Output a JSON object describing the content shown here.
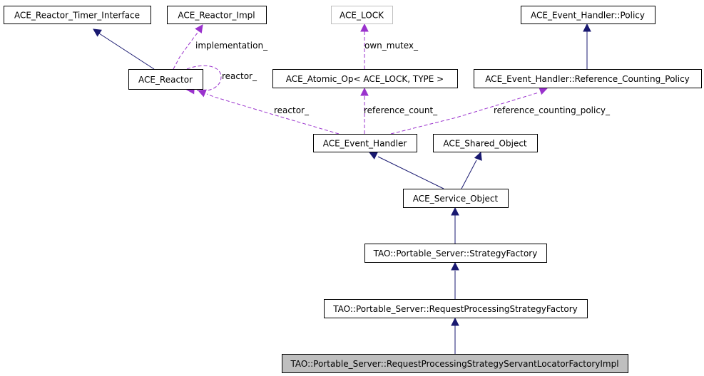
{
  "diagram": {
    "type": "class-collaboration-graph",
    "nodes": [
      {
        "id": "timer_interface",
        "label": "ACE_Reactor_Timer_Interface",
        "style": "normal"
      },
      {
        "id": "reactor_impl",
        "label": "ACE_Reactor_Impl",
        "style": "normal"
      },
      {
        "id": "ace_lock",
        "label": "ACE_LOCK",
        "style": "external"
      },
      {
        "id": "eh_policy",
        "label": "ACE_Event_Handler::Policy",
        "style": "normal"
      },
      {
        "id": "reactor",
        "label": "ACE_Reactor",
        "style": "normal"
      },
      {
        "id": "atomic_op",
        "label": "ACE_Atomic_Op< ACE_LOCK, TYPE >",
        "style": "normal"
      },
      {
        "id": "ref_counting_policy",
        "label": "ACE_Event_Handler::Reference_Counting_Policy",
        "style": "normal"
      },
      {
        "id": "event_handler",
        "label": "ACE_Event_Handler",
        "style": "normal"
      },
      {
        "id": "shared_object",
        "label": "ACE_Shared_Object",
        "style": "normal"
      },
      {
        "id": "service_object",
        "label": "ACE_Service_Object",
        "style": "normal"
      },
      {
        "id": "strategy_factory",
        "label": "TAO::Portable_Server::StrategyFactory",
        "style": "normal"
      },
      {
        "id": "rp_strategy_factory",
        "label": "TAO::Portable_Server::RequestProcessingStrategyFactory",
        "style": "normal"
      },
      {
        "id": "rp_sl_factory_impl",
        "label": "TAO::Portable_Server::RequestProcessingStrategyServantLocatorFactoryImpl",
        "style": "current"
      }
    ],
    "edges": [
      {
        "from": "reactor",
        "to": "timer_interface",
        "kind": "inheritance",
        "label": ""
      },
      {
        "from": "reactor",
        "to": "reactor_impl",
        "kind": "member",
        "label": "implementation_"
      },
      {
        "from": "reactor",
        "to": "reactor",
        "kind": "member",
        "label": "reactor_"
      },
      {
        "from": "atomic_op",
        "to": "ace_lock",
        "kind": "member",
        "label": "own_mutex_"
      },
      {
        "from": "ref_counting_policy",
        "to": "eh_policy",
        "kind": "inheritance",
        "label": ""
      },
      {
        "from": "event_handler",
        "to": "reactor",
        "kind": "member",
        "label": "reactor_"
      },
      {
        "from": "event_handler",
        "to": "atomic_op",
        "kind": "member",
        "label": "reference_count_"
      },
      {
        "from": "event_handler",
        "to": "ref_counting_policy",
        "kind": "member",
        "label": "reference_counting_policy_"
      },
      {
        "from": "service_object",
        "to": "event_handler",
        "kind": "inheritance",
        "label": ""
      },
      {
        "from": "service_object",
        "to": "shared_object",
        "kind": "inheritance",
        "label": ""
      },
      {
        "from": "strategy_factory",
        "to": "service_object",
        "kind": "inheritance",
        "label": ""
      },
      {
        "from": "rp_strategy_factory",
        "to": "strategy_factory",
        "kind": "inheritance",
        "label": ""
      },
      {
        "from": "rp_sl_factory_impl",
        "to": "rp_strategy_factory",
        "kind": "inheritance",
        "label": ""
      }
    ],
    "colors": {
      "inheritance": "#191970",
      "member": "#9a32cd",
      "current_fill": "#bfbfbf",
      "external_border": "#bfbfbf"
    }
  }
}
